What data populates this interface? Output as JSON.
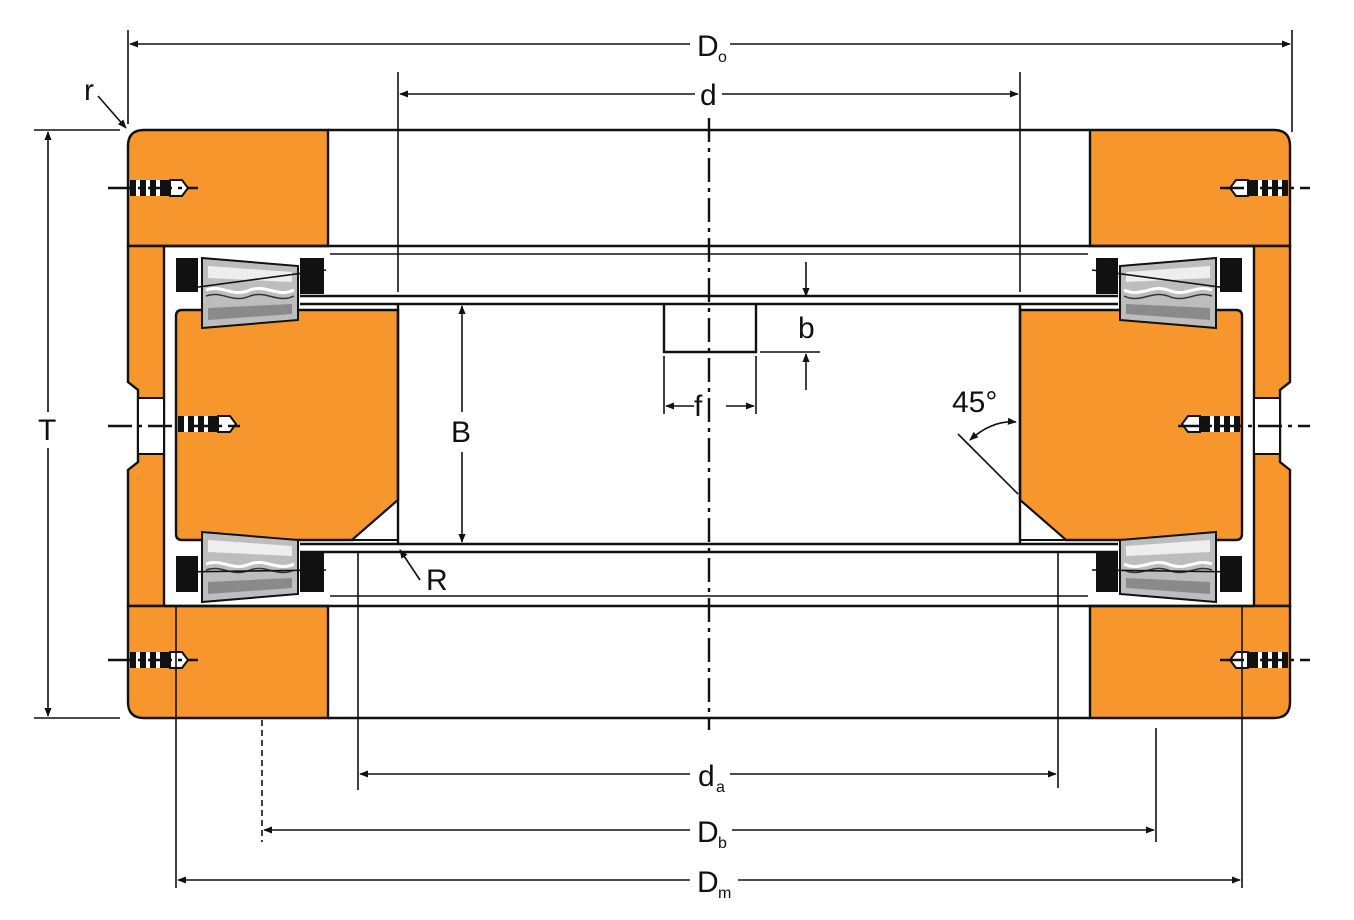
{
  "colors": {
    "race": "#F7962D",
    "outline": "#111111",
    "roller": "#9A9A9A",
    "background": "#FFFFFF"
  },
  "labels": {
    "D_main": "D",
    "D_sub_o": "o",
    "d": "d",
    "r": "r",
    "T": "T",
    "b": "b",
    "f": "f",
    "B": "B",
    "angle": "45°",
    "R": "R",
    "da_main": "d",
    "da_sub": "a",
    "Db_main": "D",
    "Db_sub": "b",
    "Dm_main": "D",
    "Dm_sub": "m"
  }
}
